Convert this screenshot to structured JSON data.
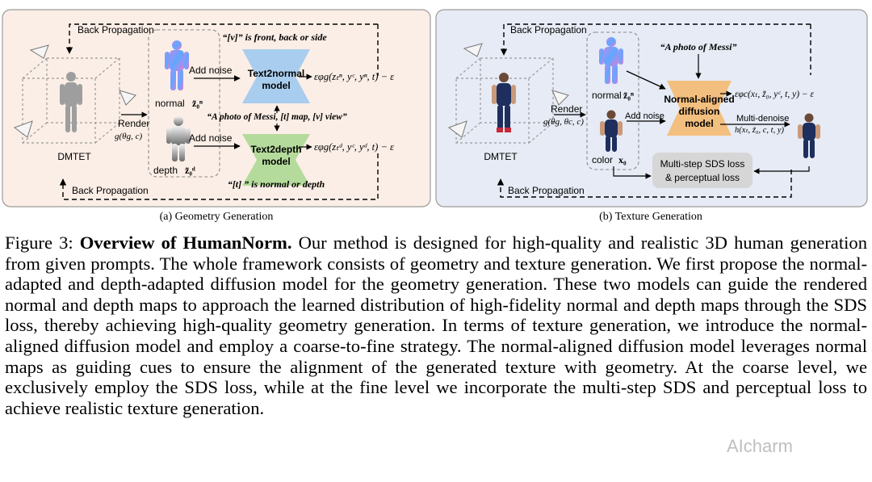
{
  "geometry": {
    "back_prop_top": "Back Propagation",
    "back_prop_bottom": "Back Propagation",
    "view_note": "“[v]” is front, back or side",
    "normal_label": "normal",
    "normal_var": "z̃₀ⁿ",
    "depth_label": "depth",
    "depth_var": "z̃₀ᵈ",
    "add_noise_1": "Add noise",
    "add_noise_2": "Add noise",
    "render": "Render",
    "render_fn": "g(θg, c)",
    "dmtet": "DMTET",
    "normal_model": [
      "Text2normal",
      "model"
    ],
    "depth_model": [
      "Text2depth",
      "model"
    ],
    "prompt": "“A photo of Messi, [t] map, [v] view”",
    "t_note": "“[t] ” is normal or depth",
    "eq_normal": "εφg(zₜⁿ, yᶜ, yⁿ, t) − ε",
    "eq_depth": "εφg(zₜᵈ, yᶜ, yᵈ, t) − ε",
    "subcaption": "(a) Geometry Generation"
  },
  "texture": {
    "back_prop_top": "Back Propagation",
    "back_prop_bottom": "Back Propagation",
    "prompt": "“A photo of Messi”",
    "normal_label": "normal",
    "normal_var": "z̃₀ⁿ",
    "color_label": "color",
    "color_var": "x₀",
    "add_noise": "Add noise",
    "render": "Render",
    "render_fn": "g(θg, θc, c)",
    "dmtet": "DMTET",
    "model": [
      "Normal-aligned",
      "diffusion",
      "model"
    ],
    "eq": "εφc(xₜ, z̃₀, yᶜ, t, y) − ε",
    "multi_denoise": "Multi-denoise",
    "multi_fn": "h(xₜ, z̃₀, c, t, y)",
    "loss_box": [
      "Multi-step SDS loss",
      "& perceptual loss"
    ],
    "subcaption": "(b) Texture Generation"
  },
  "caption": {
    "label": "Figure 3:",
    "title": "Overview of HumanNorm.",
    "body": "Our method is designed for high-quality and realistic 3D human generation from given prompts. The whole framework consists of geometry and texture generation. We first propose the normal-adapted and depth-adapted diffusion model for the geometry generation. These two models can guide the rendered normal and depth maps to approach the learned distribution of high-fidelity normal and depth maps through the SDS loss, thereby achieving high-quality geometry generation. In terms of texture generation, we introduce the normal-aligned diffusion model and employ a coarse-to-fine strategy. The normal-aligned diffusion model leverages normal maps as guiding cues to ensure the alignment of the generated texture with geometry. At the coarse level, we exclusively employ the SDS loss, while at the fine level we incorporate the multi-step SDS and perceptual loss to achieve realistic texture generation."
  },
  "watermark": "AIcharm",
  "colors": {
    "panel_a_bg": "#fbeee6",
    "panel_b_bg": "#e6ebf5",
    "normal_model": "#a9cdee",
    "depth_model": "#b5db9c",
    "texture_model": "#f3bf7f",
    "loss_box": "#d6d6d6"
  }
}
